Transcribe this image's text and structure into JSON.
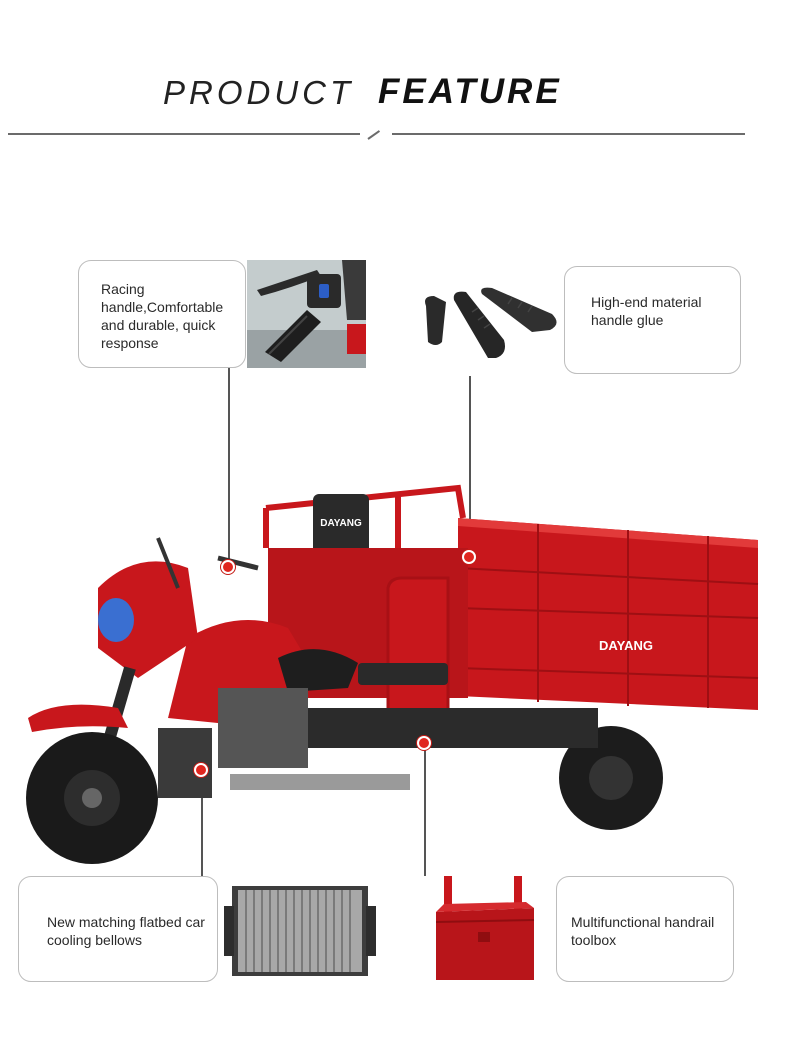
{
  "header": {
    "title_light": "PRODUCT",
    "title_bold": "FEATURE"
  },
  "features": {
    "racing_handle": "Racing handle,Comfortable and durable, quick response",
    "handle_glue": "High-end material handle glue",
    "cooling": "New matching flatbed car cooling bellows",
    "toolbox": "Multifunctional handrail toolbox"
  },
  "vehicle": {
    "seat_logo": "DAYANG",
    "cargo_logo": "DAYANG"
  },
  "colors": {
    "body_red": "#c8171c",
    "callout_dot": "#e0261f",
    "rule": "#6b6b6b"
  }
}
